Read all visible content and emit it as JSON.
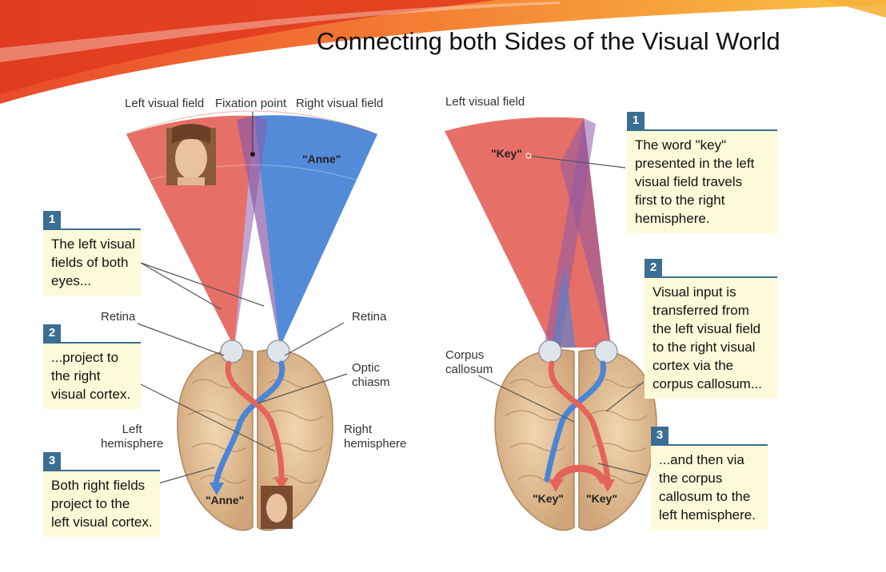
{
  "title": "Connecting both Sides of the Visual World",
  "colors": {
    "left_field": "#e4645a",
    "right_field": "#4a85d6",
    "callout_bg": "#fdfad9",
    "callout_num": "#3a6e92",
    "brain": "#e2c19a"
  },
  "left_panel": {
    "labels": {
      "left_visual_field": "Left visual field",
      "fixation_point": "Fixation point",
      "right_visual_field": "Right visual field",
      "retina_left": "Retina",
      "retina_right": "Retina",
      "optic_chiasm": [
        "Optic",
        "chiasm"
      ],
      "left_hemisphere": [
        "Left",
        "hemisphere"
      ],
      "right_hemisphere": [
        "Right",
        "hemisphere"
      ],
      "anne_field": "\"Anne\"",
      "anne_cortex": "\"Anne\""
    },
    "callouts": [
      {
        "number": "1",
        "lines": [
          "The left visual",
          "fields of both",
          "eyes..."
        ]
      },
      {
        "number": "2",
        "lines": [
          "...project to",
          "the right",
          "visual cortex."
        ]
      },
      {
        "number": "3",
        "lines": [
          "Both right fields",
          "project to the",
          "left visual cortex."
        ]
      }
    ]
  },
  "right_panel": {
    "labels": {
      "left_visual_field": "Left visual field",
      "key_field": "\"Key\"",
      "corpus_callosum": [
        "Corpus",
        "callosum"
      ],
      "key_left": "\"Key\"",
      "key_right": "\"Key\""
    },
    "callouts": [
      {
        "number": "1",
        "lines": [
          "The word \"key\"",
          "presented in the left",
          "visual field travels",
          "first to the right",
          "hemisphere."
        ]
      },
      {
        "number": "2",
        "lines": [
          "Visual input is",
          "transferred from",
          "the left visual field",
          "to the right visual",
          "cortex via the",
          "corpus callosum..."
        ]
      },
      {
        "number": "3",
        "lines": [
          "...and then via",
          "the corpus",
          "callosum to the",
          "left hemisphere."
        ]
      }
    ]
  }
}
